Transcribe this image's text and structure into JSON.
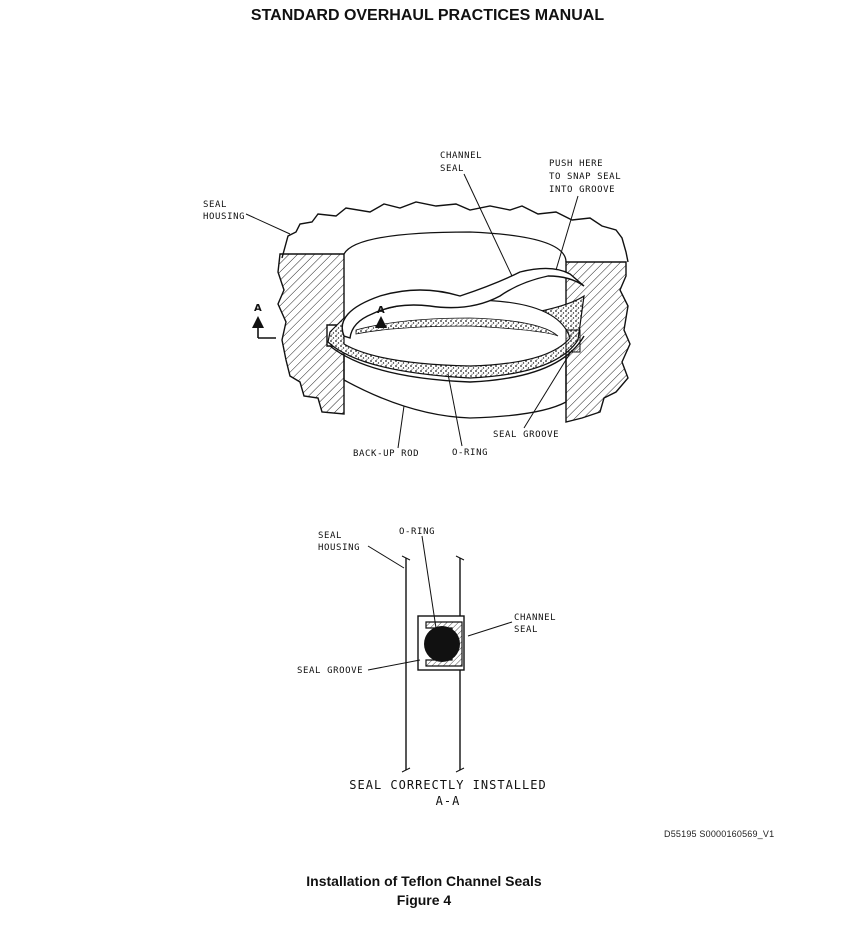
{
  "header": {
    "title": "STANDARD OVERHAUL PRACTICES MANUAL"
  },
  "figure_top": {
    "labels": {
      "channel_seal_1": "CHANNEL",
      "channel_seal_2": "SEAL",
      "push_here_1": "PUSH HERE",
      "push_here_2": "TO SNAP SEAL",
      "push_here_3": "INTO GROOVE",
      "seal_housing_1": "SEAL",
      "seal_housing_2": "HOUSING",
      "section_left": "A",
      "section_right": "A",
      "seal_groove": "SEAL GROOVE",
      "back_up_rod": "BACK-UP ROD",
      "o_ring": "O-RING"
    }
  },
  "figure_bottom": {
    "labels": {
      "seal_housing_1": "SEAL",
      "seal_housing_2": "HOUSING",
      "o_ring": "O-RING",
      "channel_seal_1": "CHANNEL",
      "channel_seal_2": "SEAL",
      "seal_groove": "SEAL GROOVE"
    },
    "title_1": "SEAL CORRECTLY INSTALLED",
    "title_2": "A-A"
  },
  "doc_id": "D55195 S0000160569_V1",
  "caption": {
    "line1": "Installation of Teflon Channel Seals",
    "line2": "Figure 4"
  }
}
